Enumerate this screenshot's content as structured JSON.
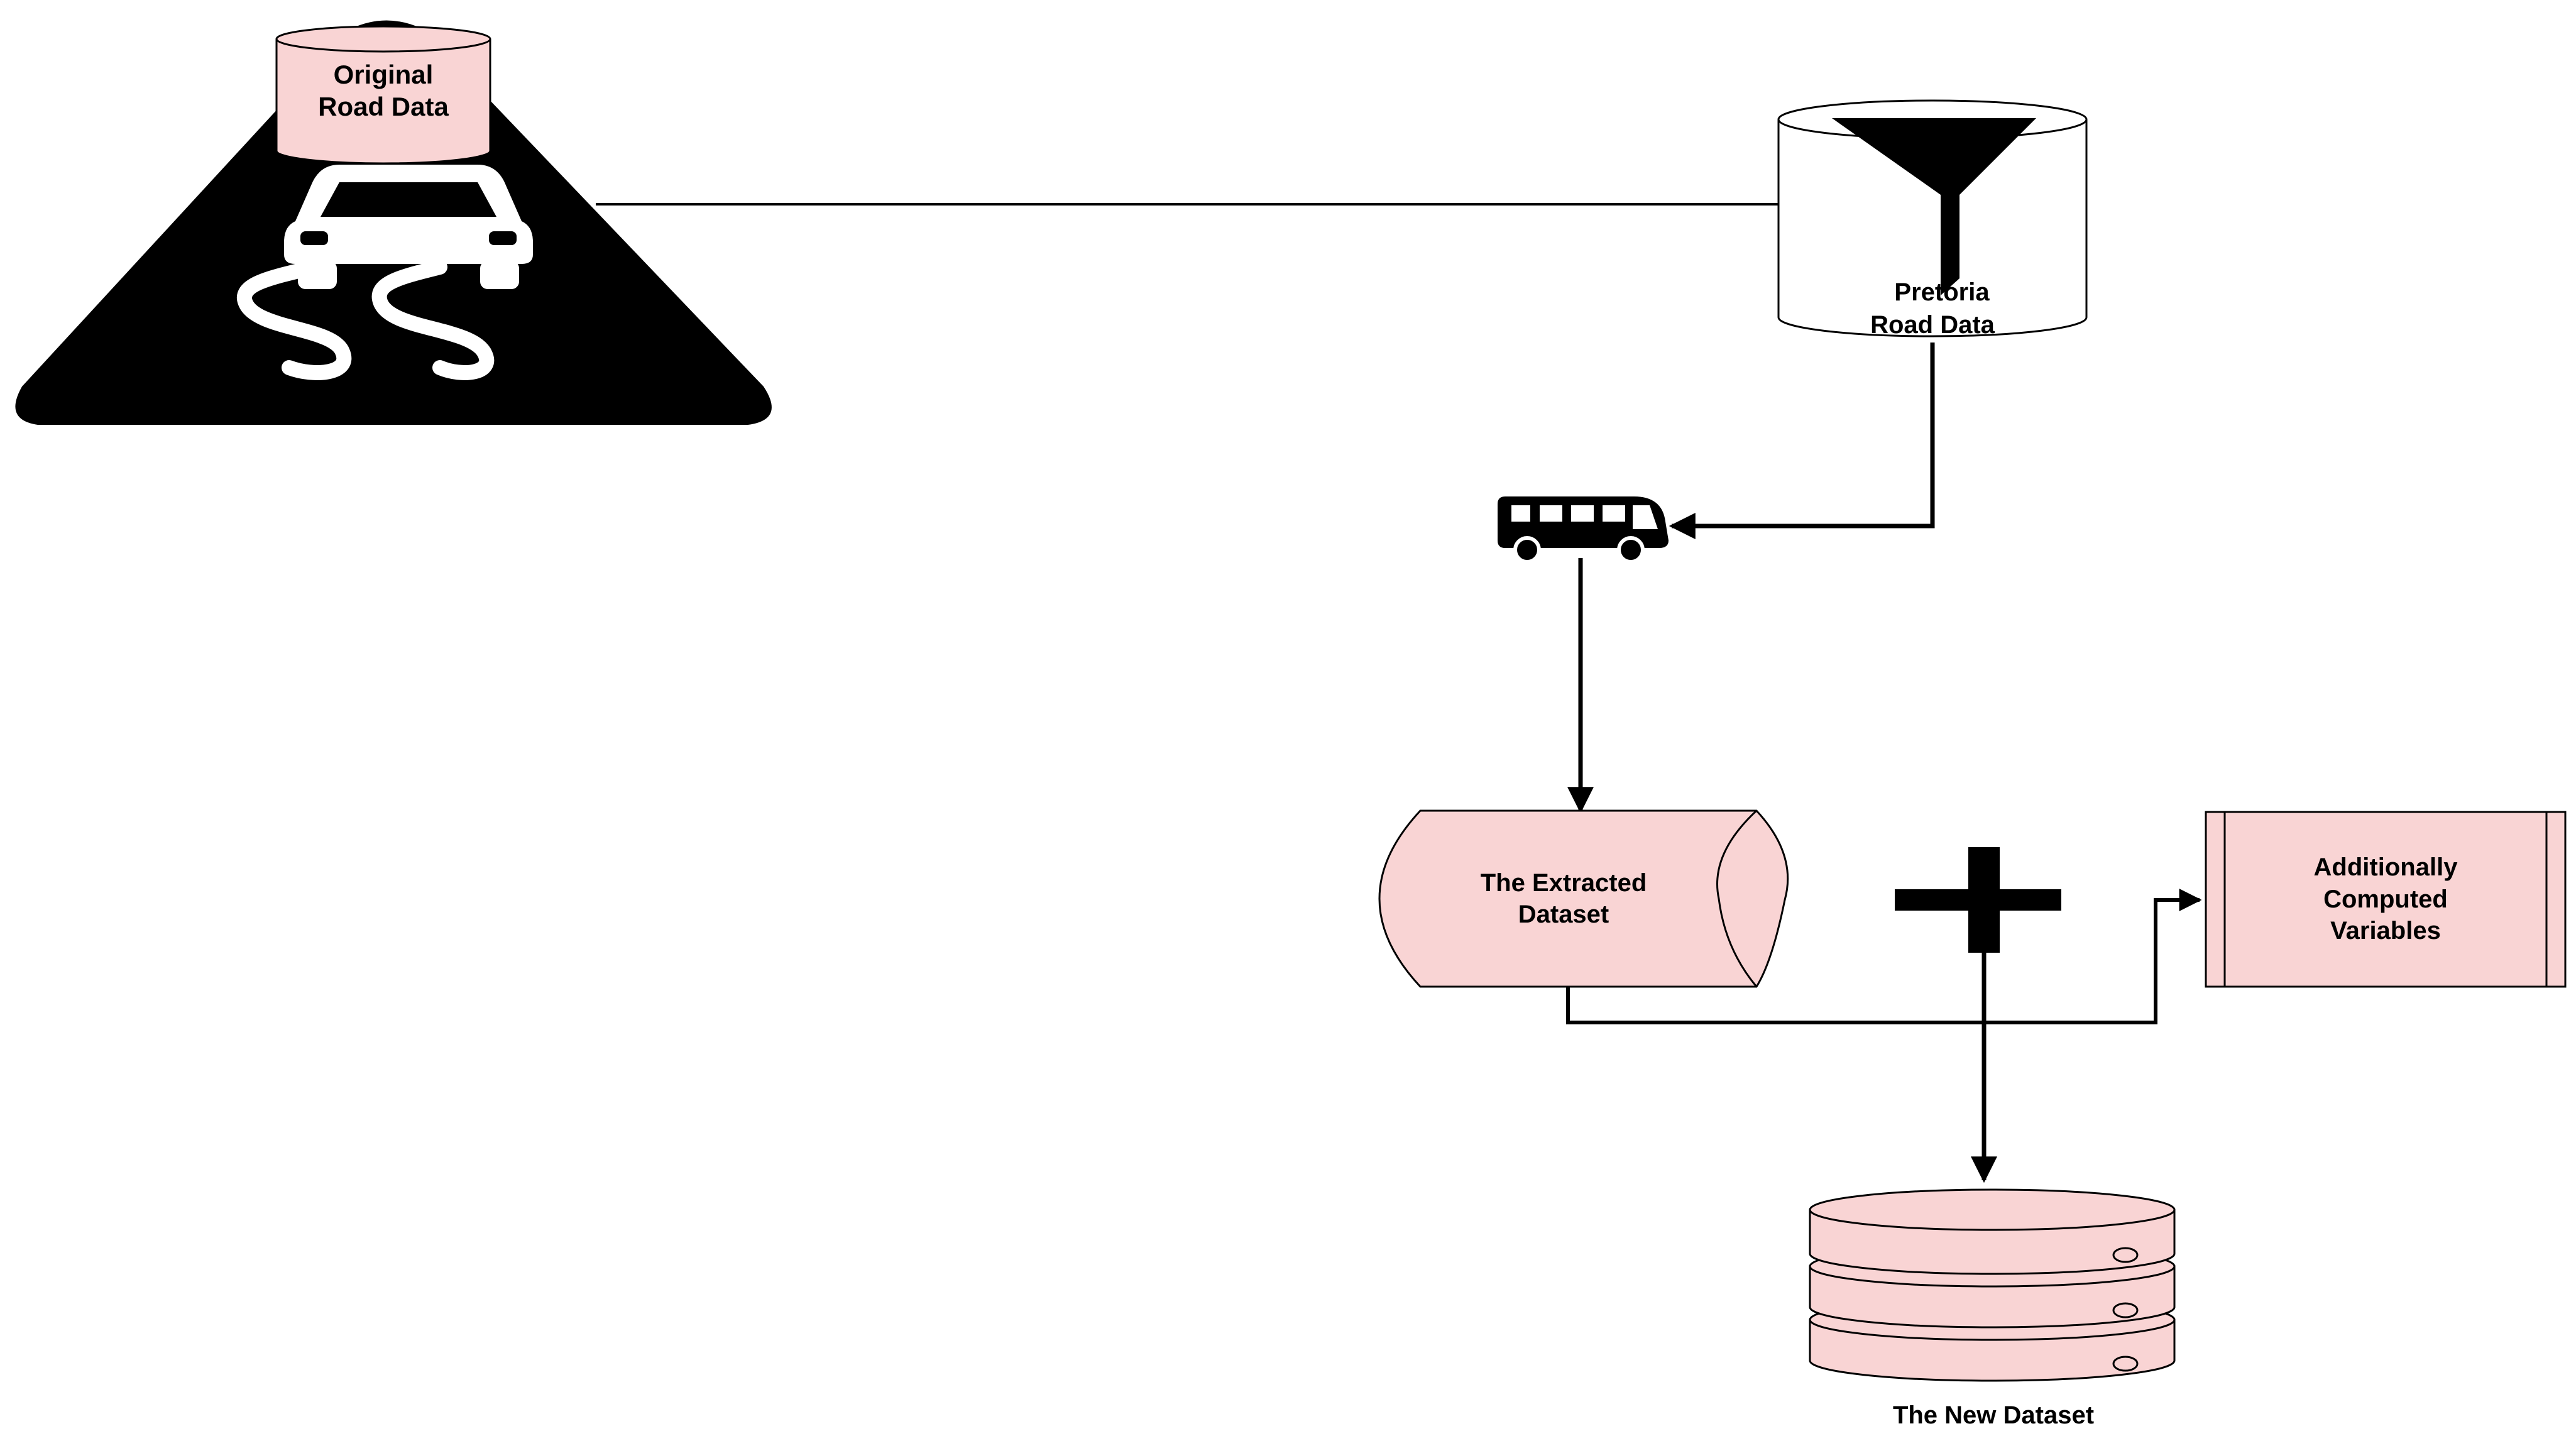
{
  "nodes": {
    "original_road_data": {
      "line1": "Original",
      "line2": "Road Data"
    },
    "pretoria_road_data": {
      "line1": "Pretoria",
      "line2": "Road Data"
    },
    "extracted_dataset": {
      "line1": "The Extracted",
      "line2": "Dataset"
    },
    "additional_variables": {
      "line1": "Additionally",
      "line2": "Computed",
      "line3": "Variables"
    },
    "new_dataset": {
      "label": "The New Dataset"
    }
  },
  "icons": {
    "road": "slippery-road-car-icon",
    "filter": "funnel-filter-icon",
    "bus": "bus-icon",
    "plus": "plus-icon",
    "database": "database-stack-icon"
  },
  "colors": {
    "node_fill": "#f9d4d4",
    "stroke": "#000000",
    "background": "#ffffff"
  }
}
